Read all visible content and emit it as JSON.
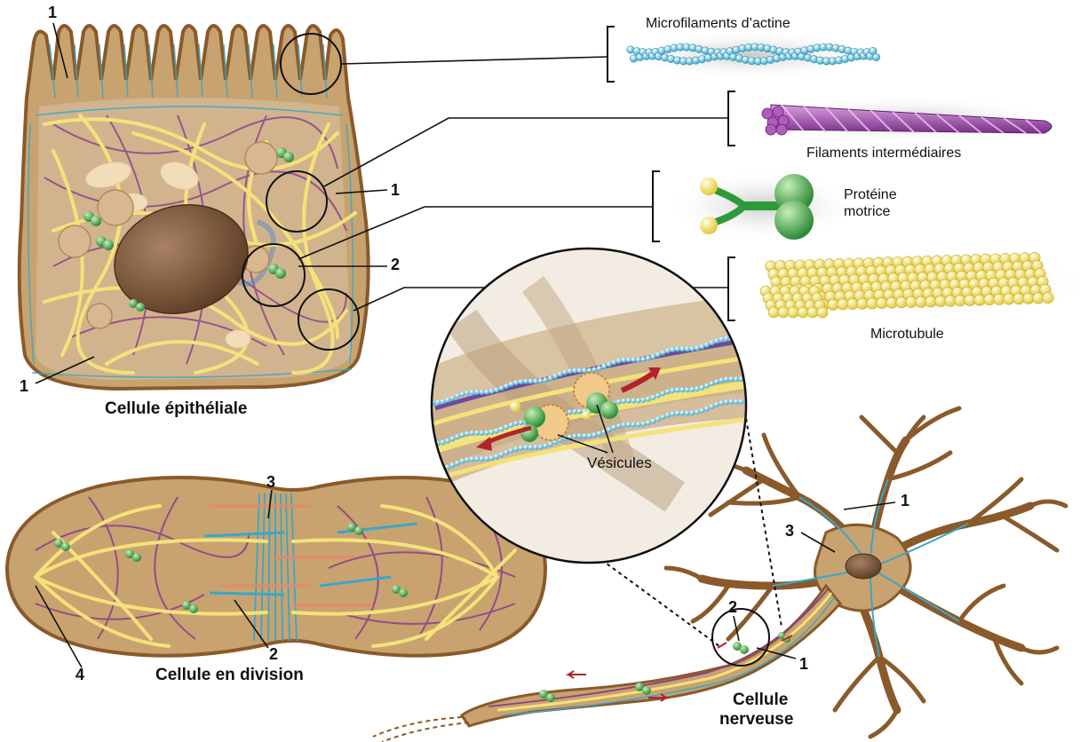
{
  "legend": {
    "actin": "Microfilaments d’actine",
    "intermediate": "Filaments intermédiaires",
    "motor_line1": "Protéine",
    "motor_line2": "motrice",
    "microtubule": "Microtubule"
  },
  "captions": {
    "epithelial": "Cellule épithéliale",
    "division": "Cellule en division",
    "nerve_line1": "Cellule",
    "nerve_line2": "nerveuse",
    "vesicles": "Vésicules"
  },
  "numbers": {
    "epi_top": "1",
    "epi_right": "1",
    "epi_motor": "2",
    "epi_bottom": "1",
    "div_top": "3",
    "div_bottom": "2",
    "div_left": "4",
    "nerve_top": "1",
    "nerve_soma": "3",
    "nerve_axon2": "2",
    "nerve_axon1": "1"
  },
  "colors": {
    "cell_fill": "#c8a36f",
    "membrane": "#8a5a2b",
    "actin": "#39a7c9",
    "intermediate": "#8b3d8e",
    "microtubule": "#f4e27a",
    "motor": "#2e9a3a",
    "nucleus": "#6b4a2e"
  }
}
